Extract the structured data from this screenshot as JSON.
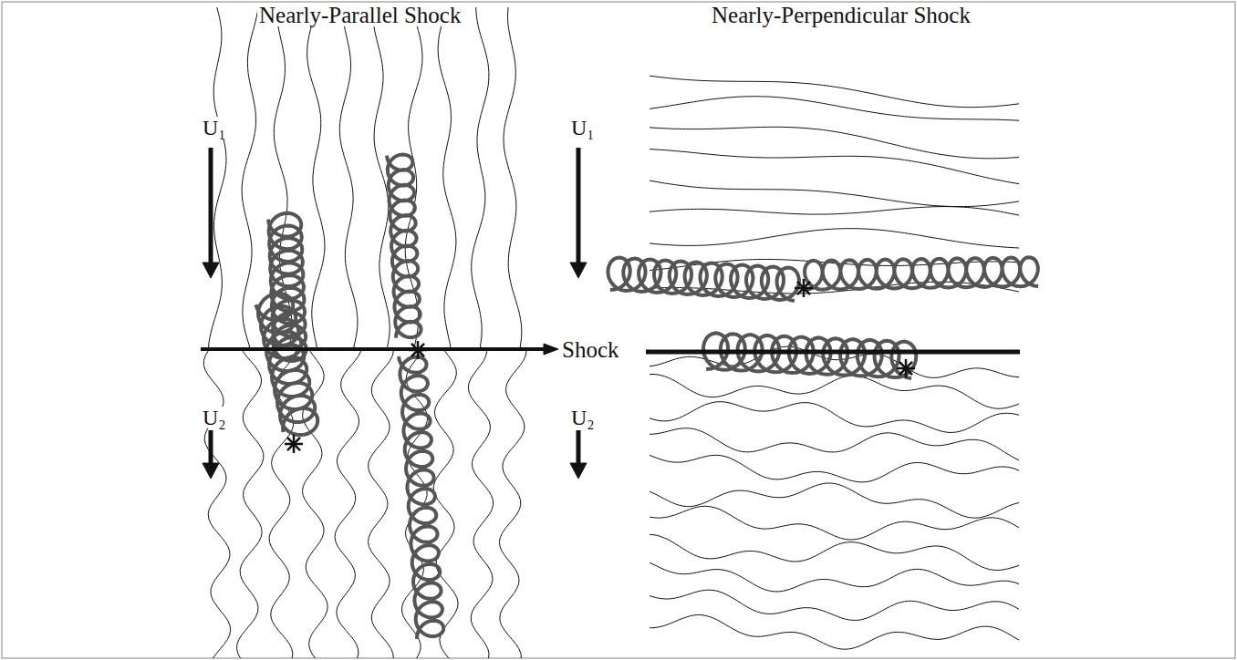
{
  "diagram": {
    "labels": [
      "Nearly-Parallel Shock",
      "Nearly-Perpendicular Shock",
      "U₁",
      "U₂",
      "Shock",
      "U₁",
      "U₂"
    ]
  }
}
